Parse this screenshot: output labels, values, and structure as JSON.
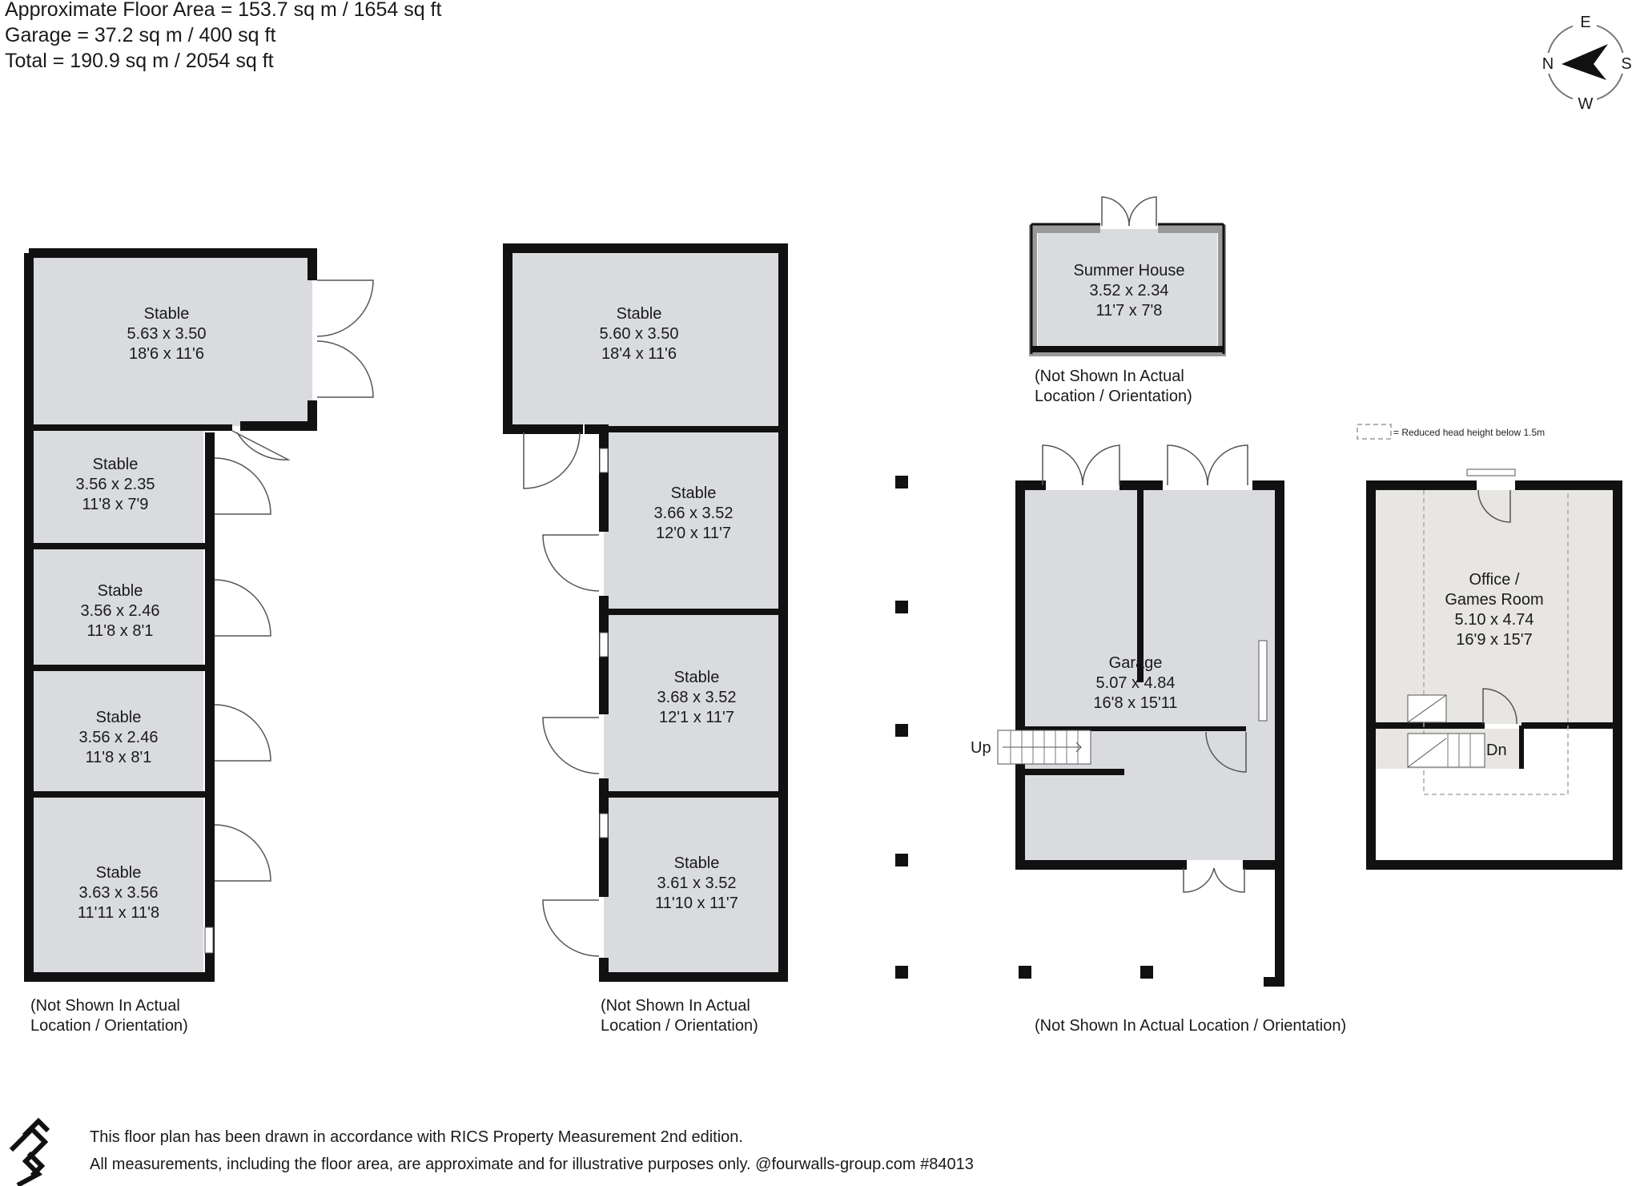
{
  "header": {
    "line1": "Approximate Floor Area = 153.7 sq m / 1654 sq ft",
    "line2": "Garage = 37.2 sq m / 400 sq ft",
    "line3": "Total = 190.9 sq m / 2054 sq ft"
  },
  "compass": {
    "n": "N",
    "e": "E",
    "s": "S",
    "w": "W"
  },
  "legend": {
    "reduced_head_height": "= Reduced head height below 1.5m"
  },
  "block1": {
    "rooms": [
      {
        "name": "Stable",
        "metric": "5.63 x 3.50",
        "imperial": "18'6 x 11'6"
      },
      {
        "name": "Stable",
        "metric": "3.56 x 2.35",
        "imperial": "11'8 x 7'9"
      },
      {
        "name": "Stable",
        "metric": "3.56 x 2.46",
        "imperial": "11'8 x 8'1"
      },
      {
        "name": "Stable",
        "metric": "3.56 x 2.46",
        "imperial": "11'8 x 8'1"
      },
      {
        "name": "Stable",
        "metric": "3.63 x 3.56",
        "imperial": "11'11 x 11'8"
      }
    ],
    "note_line1": "(Not Shown In Actual",
    "note_line2": "Location / Orientation)"
  },
  "block2": {
    "rooms": [
      {
        "name": "Stable",
        "metric": "5.60 x 3.50",
        "imperial": "18'4 x 11'6"
      },
      {
        "name": "Stable",
        "metric": "3.66 x 3.52",
        "imperial": "12'0 x 11'7"
      },
      {
        "name": "Stable",
        "metric": "3.68 x 3.52",
        "imperial": "12'1 x 11'7"
      },
      {
        "name": "Stable",
        "metric": "3.61 x 3.52",
        "imperial": "11'10 x 11'7"
      }
    ],
    "note_line1": "(Not Shown In Actual",
    "note_line2": "Location / Orientation)"
  },
  "summer_house": {
    "name": "Summer House",
    "metric": "3.52 x 2.34",
    "imperial": "11'7 x 7'8",
    "note_line1": "(Not Shown In Actual",
    "note_line2": "Location / Orientation)"
  },
  "garage": {
    "name": "Garage",
    "metric": "5.07 x 4.84",
    "imperial": "16'8 x 15'11",
    "stairs_label": "Up",
    "note": "(Not Shown In Actual Location / Orientation)"
  },
  "office": {
    "name_line1": "Office /",
    "name_line2": "Games Room",
    "metric": "5.10 x 4.74",
    "imperial": "16'9 x 15'7",
    "stairs_label": "Dn"
  },
  "footer": {
    "line1": "This floor plan has been drawn in accordance with RICS Property Measurement 2nd edition.",
    "line2": "All measurements, including the floor area, are approximate and for illustrative purposes only. @fourwalls-group.com #84013"
  },
  "colors": {
    "wall": "#111111",
    "room_fill": "#d9dbdf",
    "office_fill": "#e8e6e2",
    "door": "#555555"
  }
}
